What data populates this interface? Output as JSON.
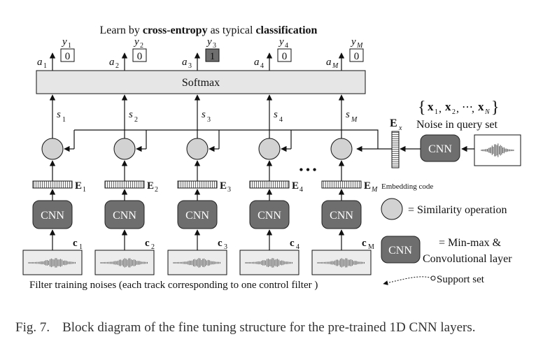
{
  "top_title": {
    "part1": "Learn by ",
    "bold1": "cross-entropy",
    "part2": " as typical ",
    "bold2": "classification"
  },
  "columns": [
    {
      "a": "a",
      "a_sub": "1",
      "y": "y",
      "y_sub": "1",
      "value": "0",
      "highlight": false,
      "s": "s",
      "s_sub": "1",
      "E": "E",
      "E_sub": "1",
      "c": "c",
      "c_sub": "1"
    },
    {
      "a": "a",
      "a_sub": "2",
      "y": "y",
      "y_sub": "2",
      "value": "0",
      "highlight": false,
      "s": "s",
      "s_sub": "2",
      "E": "E",
      "E_sub": "2",
      "c": "c",
      "c_sub": "2"
    },
    {
      "a": "a",
      "a_sub": "3",
      "y": "y",
      "y_sub": "3",
      "value": "1",
      "highlight": true,
      "s": "s",
      "s_sub": "3",
      "E": "E",
      "E_sub": "3",
      "c": "c",
      "c_sub": "3"
    },
    {
      "a": "a",
      "a_sub": "4",
      "y": "y",
      "y_sub": "4",
      "value": "0",
      "highlight": false,
      "s": "s",
      "s_sub": "4",
      "E": "E",
      "E_sub": "4",
      "c": "c",
      "c_sub": "4"
    },
    {
      "a": "a",
      "a_sub": "M",
      "y": "y",
      "y_sub": "M",
      "value": "0",
      "highlight": false,
      "s": "s",
      "s_sub": "M",
      "E": "E",
      "E_sub": "M",
      "c": "c",
      "c_sub": "M"
    }
  ],
  "softmax_label": "Softmax",
  "cnn_label": "CNN",
  "ellipsis": "• • •",
  "query_set": {
    "open_brace": "{",
    "x1": "x",
    "x1_sub": "1",
    "x2": "x",
    "x2_sub": "2",
    "dots": "⋯",
    "xN": "x",
    "xN_sub": "N",
    "close_brace": "}",
    "comma": ",",
    "label": "Noise in query set",
    "E": "E",
    "E_sub": "x"
  },
  "embedding_code_label": "Embedding code",
  "legend": {
    "similarity": "= Similarity operation",
    "cnn_line1": "= Min-max &",
    "cnn_line2": "Convolutional layer"
  },
  "bottom_label": "Filter training noises (each track corresponding to one control filter )",
  "support_set_label": "Support set",
  "caption": {
    "fig": "Fig. 7.",
    "text": "Block diagram of the fine tuning structure for the pre-trained 1D CNN layers."
  },
  "colors": {
    "highlight_box": "#6e6e6e",
    "cnn_box": "#6e6e6e",
    "softmax_fill": "#e6e6e6",
    "circle_fill": "#d2d2d2",
    "wave_box": "#ececec",
    "line": "#111111"
  }
}
